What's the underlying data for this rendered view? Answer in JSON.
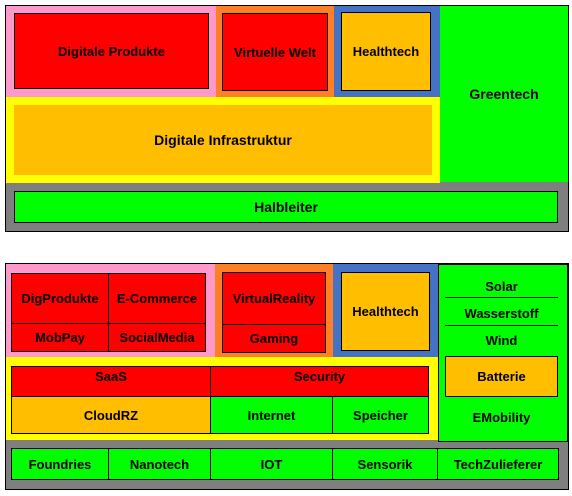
{
  "colors": {
    "red": "#ff0000",
    "orange": "#ffbf00",
    "green": "#00ff00",
    "yellow": "#ffff00",
    "pink": "#ff99cc",
    "dark_orange": "#ff7f27",
    "blue": "#4472c4",
    "gray": "#7f7f7f"
  },
  "top": {
    "digitale_produkte": "Digitale Produkte",
    "virtuelle_welt": "Virtuelle Welt",
    "healthtech": "Healthtech",
    "greentech": "Greentech",
    "digitale_infrastruktur": "Digitale Infrastruktur",
    "halbleiter": "Halbleiter"
  },
  "bottom": {
    "digital_products": [
      "DigProdukte",
      "E-Commerce",
      "MobPay",
      "SocialMedia"
    ],
    "virtual_reality": "VirtualReality",
    "gaming": "Gaming",
    "healthtech": "Healthtech",
    "green": [
      "Solar",
      "Wasserstoff",
      "Wind",
      "Batterie",
      "EMobility"
    ],
    "infra_top": [
      "SaaS",
      "Security"
    ],
    "infra_bottom": [
      "CloudRZ",
      "Internet",
      "Speicher"
    ],
    "semis": [
      "Foundries",
      "Nanotech",
      "IOT",
      "Sensorik",
      "TechZulieferer"
    ]
  }
}
